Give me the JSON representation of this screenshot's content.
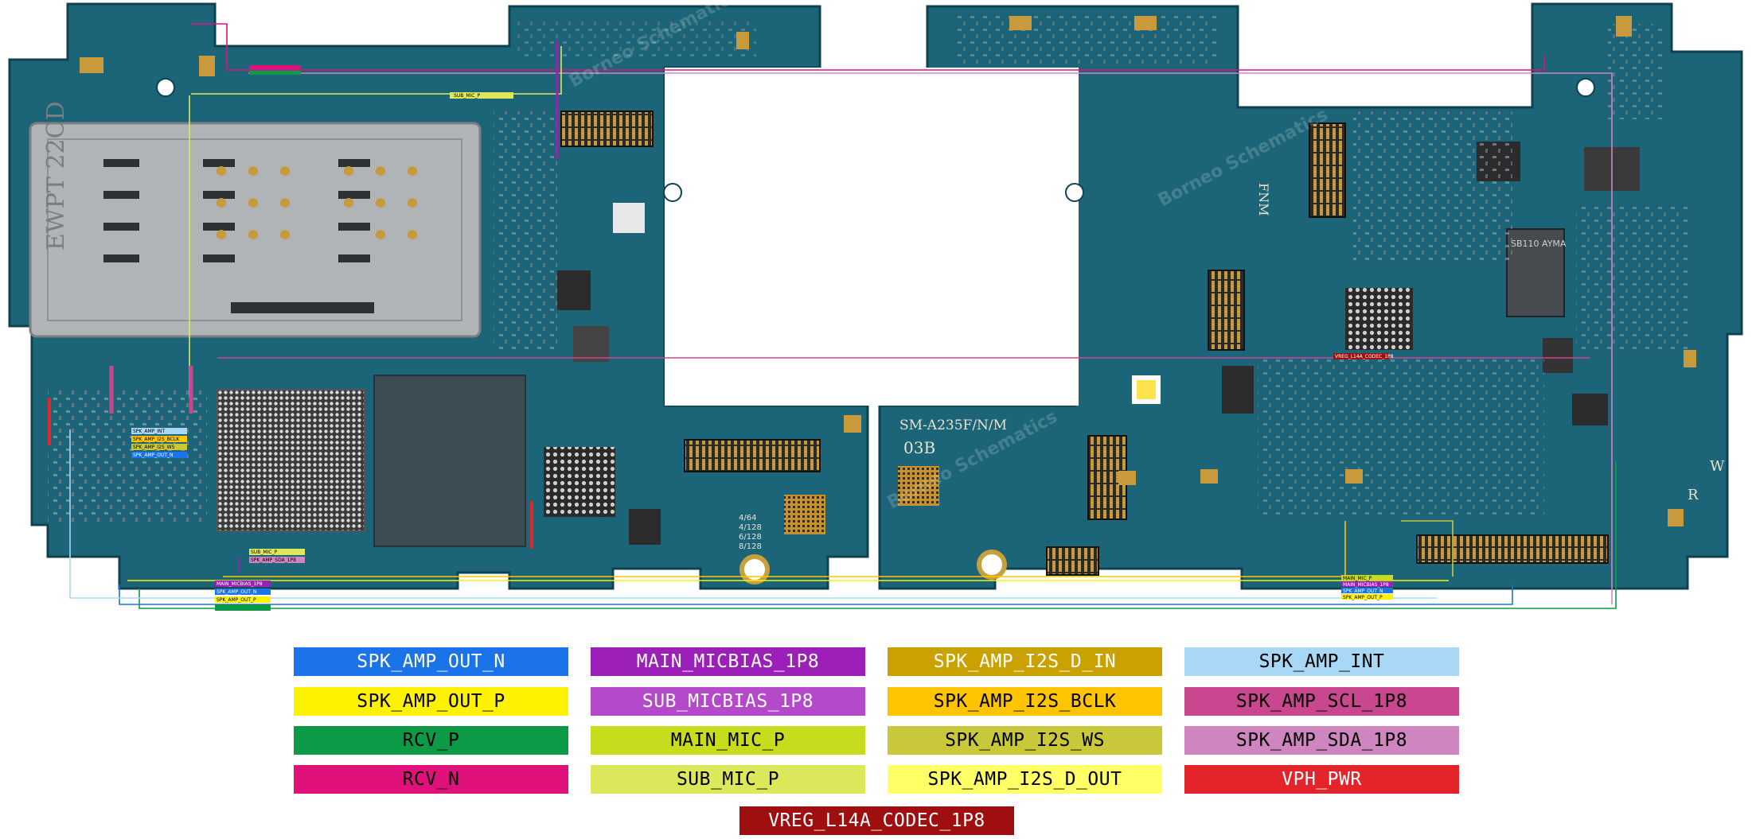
{
  "board": {
    "pcb_color": "#1c6578",
    "silkscreen": {
      "model": "SM-A235F/N/M",
      "revision": "03B",
      "sim_text": "EWPT 22CD",
      "fnm": "FNM",
      "memory_1": "4/64",
      "memory_2": "4/128",
      "memory_3": "6/128",
      "memory_4": "8/128",
      "chip_label": "SB110 AYMA",
      "w_mark": "W",
      "r_mark": "R",
      "watermark_1": "Borneo Schematics",
      "watermark_2": "Borneo Schematics",
      "watermark_3": "Borneo Schematics"
    },
    "trace_tags": {
      "sub_mic": "SUB_MIC_P",
      "vreg": "VREG_L14A_CODEC_1P8",
      "left_1": "SPK_AMP_INT",
      "left_2": "SPK_AMP_I2S_BCLK",
      "left_3": "SPK_AMP_I2S_WS",
      "left_4": "SPK_AMP_OUT_N",
      "mid_1": "SUB_MIC_P",
      "mid_2": "SPK_AMP_SDA_1P8",
      "bot_1": "MAIN_MICBIAS_1P8",
      "bot_2": "SPK_AMP_OUT_N",
      "bot_3": "SPK_AMP_OUT_P",
      "right_1": "MAIN_MIC_P",
      "right_2": "MAIN_MICBIAS_1P8",
      "right_3": "SPK_AMP_OUT_N",
      "right_4": "SPK_AMP_OUT_P"
    }
  },
  "legend": [
    {
      "label": "SPK_AMP_OUT_N",
      "bg": "#1a73e8",
      "fg": "#ffffff"
    },
    {
      "label": "MAIN_MICBIAS_1P8",
      "bg": "#9b1fb8",
      "fg": "#ffffff"
    },
    {
      "label": "SPK_AMP_I2S_D_IN",
      "bg": "#c9a100",
      "fg": "#ffffff"
    },
    {
      "label": "SPK_AMP_INT",
      "bg": "#a8d8f5",
      "fg": "#000000"
    },
    {
      "label": "SPK_AMP_OUT_P",
      "bg": "#fff200",
      "fg": "#000000"
    },
    {
      "label": "SUB_MICBIAS_1P8",
      "bg": "#b44ac9",
      "fg": "#ffffff"
    },
    {
      "label": "SPK_AMP_I2S_BCLK",
      "bg": "#ffc400",
      "fg": "#000000"
    },
    {
      "label": "SPK_AMP_SCL_1P8",
      "bg": "#c9478f",
      "fg": "#000000"
    },
    {
      "label": "RCV_P",
      "bg": "#0c9a46",
      "fg": "#000000"
    },
    {
      "label": "MAIN_MIC_P",
      "bg": "#c8dc1e",
      "fg": "#000000"
    },
    {
      "label": "SPK_AMP_I2S_WS",
      "bg": "#c8c83a",
      "fg": "#000000"
    },
    {
      "label": "SPK_AMP_SDA_1P8",
      "bg": "#cf86c0",
      "fg": "#000000"
    },
    {
      "label": "RCV_N",
      "bg": "#e0117b",
      "fg": "#000000"
    },
    {
      "label": "SUB_MIC_P",
      "bg": "#dce85a",
      "fg": "#000000"
    },
    {
      "label": "SPK_AMP_I2S_D_OUT",
      "bg": "#ffff66",
      "fg": "#000000"
    },
    {
      "label": "VPH_PWR",
      "bg": "#e3242b",
      "fg": "#ffffff"
    },
    {
      "label": "VREG_L14A_CODEC_1P8",
      "bg": "#a00f0f",
      "fg": "#ffffff"
    }
  ]
}
